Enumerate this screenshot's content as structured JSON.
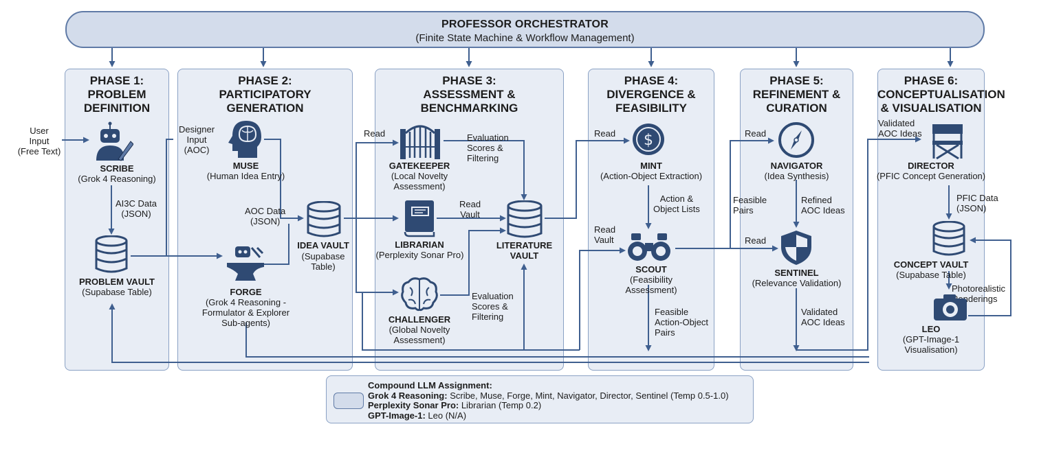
{
  "orchestrator": {
    "title": "PROFESSOR ORCHESTRATOR",
    "subtitle": "(Finite State Machine & Workflow Management)"
  },
  "phases": [
    {
      "title": "PHASE 1:\nPROBLEM\nDEFINITION"
    },
    {
      "title": "PHASE 2:\nPARTICIPATORY\nGENERATION"
    },
    {
      "title": "PHASE 3:\nASSESSMENT &\nBENCHMARKING"
    },
    {
      "title": "PHASE 4:\nDIVERGENCE &\nFEASIBILITY"
    },
    {
      "title": "PHASE 5:\nREFINEMENT &\nCURATION"
    },
    {
      "title": "PHASE 6:\nCONCEPTUALISATION\n& VISUALISATION"
    }
  ],
  "agents": {
    "scribe": {
      "name": "SCRIBE",
      "desc": "(Grok 4 Reasoning)"
    },
    "problem_vault": {
      "name": "PROBLEM VAULT",
      "desc": "(Supabase Table)"
    },
    "muse": {
      "name": "MUSE",
      "desc": "(Human Idea Entry)"
    },
    "forge": {
      "name": "FORGE",
      "desc": "(Grok 4 Reasoning -\nFormulator & Explorer\nSub-agents)"
    },
    "idea_vault": {
      "name": "IDEA VAULT",
      "desc": "(Supabase\nTable)"
    },
    "gatekeeper": {
      "name": "GATEKEEPER",
      "desc": "(Local Novelty\nAssessment)"
    },
    "librarian": {
      "name": "LIBRARIAN",
      "desc": "(Perplexity Sonar Pro)"
    },
    "challenger": {
      "name": "CHALLENGER",
      "desc": "(Global Novelty\nAssessment)"
    },
    "literature_vault": {
      "name": "LITERATURE\nVAULT"
    },
    "mint": {
      "name": "MINT",
      "desc": "(Action-Object Extraction)"
    },
    "scout": {
      "name": "SCOUT",
      "desc": "(Feasibility\nAssessment)"
    },
    "navigator": {
      "name": "NAVIGATOR",
      "desc": "(Idea Synthesis)"
    },
    "sentinel": {
      "name": "SENTINEL",
      "desc": "(Relevance Validation)"
    },
    "director": {
      "name": "DIRECTOR",
      "desc": "(PFIC Concept Generation)"
    },
    "concept_vault": {
      "name": "CONCEPT VAULT",
      "desc": "(Supabase Table)"
    },
    "leo": {
      "name": "LEO",
      "desc": "(GPT-Image-1\nVisualisation)"
    }
  },
  "labels": {
    "user_input": "User\nInput\n(Free Text)",
    "ai3c_data": "AI3C Data\n(JSON)",
    "designer_input": "Designer\nInput\n(AOC)",
    "aoc_data": "AOC Data\n(JSON)",
    "read_gatekeeper": "Read",
    "eval_scores_1": "Evaluation\nScores &\nFiltering",
    "read_vault_librarian": "Read\nVault",
    "eval_scores_2": "Evaluation\nScores &\nFiltering",
    "read_mint": "Read",
    "action_object_lists": "Action &\nObject Lists",
    "read_vault_scout": "Read\nVault",
    "feasible_ao_pairs": "Feasible\nAction-Object\nPairs",
    "read_navigator": "Read",
    "feasible_pairs": "Feasible\nPairs",
    "refined_aoc": "Refined\nAOC Ideas",
    "read_sentinel": "Read",
    "validated_aoc": "Validated\nAOC Ideas",
    "validated_aoc_director": "Validated\nAOC Ideas",
    "pfic_data": "PFIC Data\n(JSON)",
    "photorealistic": "Photorealistic\nRenderings"
  },
  "legend": {
    "title": "Compound LLM Assignment:",
    "rows": [
      {
        "model": "Grok 4 Reasoning:",
        "text": " Scribe, Muse, Forge, Mint, Navigator, Director, Sentinel (Temp 0.5-1.0)"
      },
      {
        "model": "Perplexity Sonar Pro:",
        "text": " Librarian (Temp 0.2)"
      },
      {
        "model": "GPT-Image-1:",
        "text": " Leo (N/A)"
      }
    ]
  },
  "colors": {
    "stroke": "#3f5f8f",
    "icon": "#2f4a73",
    "phase_fill": "#e8edf5",
    "orch_fill": "#d3dceb"
  }
}
